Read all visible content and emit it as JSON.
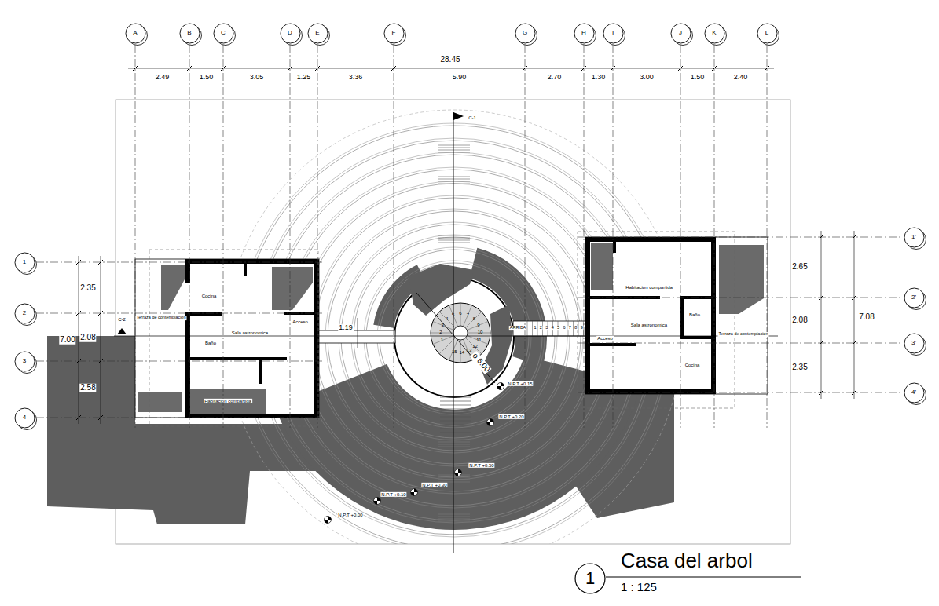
{
  "diagram": {
    "title": "Casa del arbol",
    "caption": "1 : 125",
    "nodes": [
      {
        "text": [
          "A"
        ]
      },
      {
        "text": [
          "B"
        ]
      },
      {
        "text": [
          "C"
        ]
      },
      {
        "text": [
          "D"
        ]
      },
      {
        "text": [
          "E"
        ]
      },
      {
        "text": [
          "F"
        ]
      },
      {
        "text": [
          "G"
        ]
      },
      {
        "text": [
          "H"
        ]
      },
      {
        "text": [
          "I"
        ]
      },
      {
        "text": [
          "J"
        ]
      },
      {
        "text": [
          "K"
        ]
      },
      {
        "text": [
          "L"
        ]
      },
      {
        "text": [
          "1"
        ]
      },
      {
        "text": [
          "2"
        ]
      },
      {
        "text": [
          "3"
        ]
      },
      {
        "text": [
          "4"
        ]
      },
      {
        "text": [
          "1'"
        ]
      },
      {
        "text": [
          "2'"
        ]
      },
      {
        "text": [
          "3'"
        ]
      },
      {
        "text": [
          "4'"
        ]
      },
      {
        "text": [
          "1"
        ]
      }
    ],
    "labels": [
      "28.45",
      "2.49",
      "1.50",
      "3.05",
      "1.25",
      "3.36",
      "5.90",
      "2.70",
      "1.30",
      "3.00",
      "1.50",
      "2.40",
      "2.35",
      "2.08",
      "2.58",
      "7.00",
      "2.65",
      "2.08",
      "2.35",
      "7.08",
      "1.19",
      "ø 6.00",
      "C-1",
      "C-2",
      "N.P.T +0.15",
      "N.P.T +0.20",
      "N.P.T +0.50",
      "N.P.T +0.30",
      "N.P.T +0.10",
      "N.P.T +0.00",
      "Cocina",
      "Terraza de contemplacion",
      "Sala astronomica",
      "Acceso",
      "Baño",
      "Habitacion compartida",
      "Habitacion compartida",
      "Baño",
      "Sala astronomica",
      "Acceso",
      "Terraza de contemplacion",
      "Cocina",
      "ARRIBA",
      "1",
      "2",
      "3",
      "4",
      "5",
      "6",
      "7",
      "8",
      "9",
      "1",
      "2",
      "3",
      "4",
      "5",
      "6",
      "7",
      "8",
      "9",
      "10",
      "11",
      "12",
      "13",
      "14",
      "15"
    ]
  }
}
